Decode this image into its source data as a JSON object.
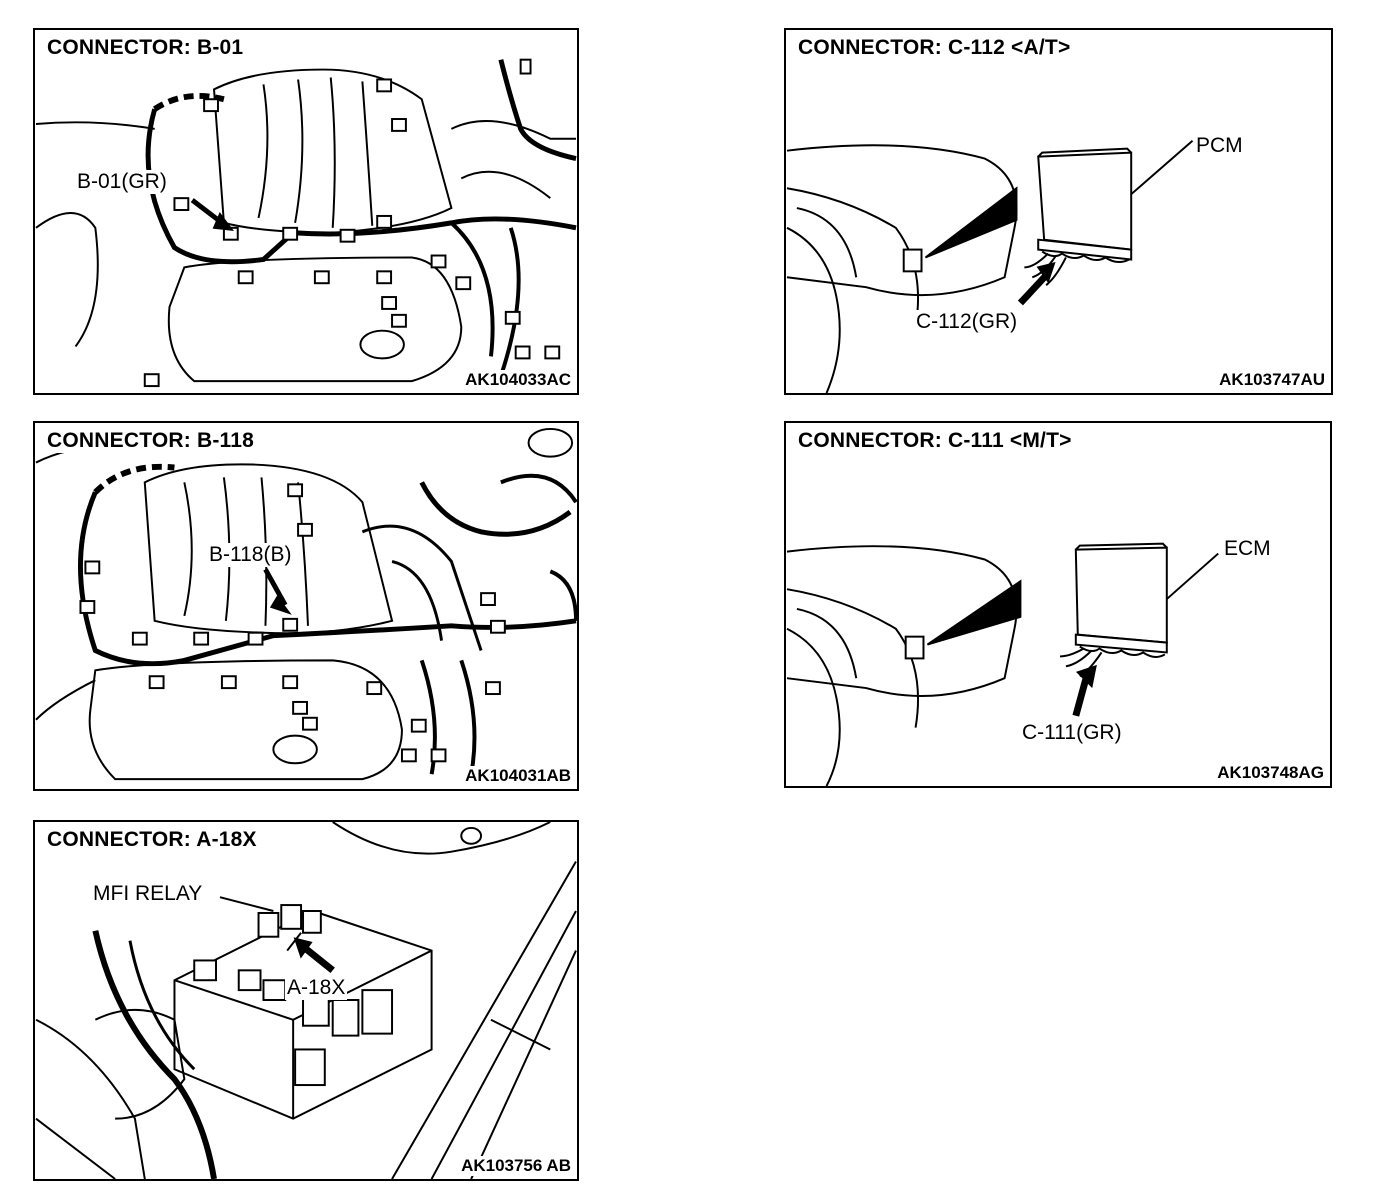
{
  "panels": [
    {
      "id": "b01",
      "title": "CONNECTOR: B-01",
      "callouts": [
        "B-01(GR)"
      ],
      "code": "AK104033AC"
    },
    {
      "id": "b118",
      "title": "CONNECTOR: B-118",
      "callouts": [
        "B-118(B)"
      ],
      "code": "AK104031AB"
    },
    {
      "id": "a18x",
      "title": "CONNECTOR: A-18X",
      "callouts": [
        "MFI RELAY",
        "A-18X"
      ],
      "code": "AK103756 AB"
    },
    {
      "id": "c112",
      "title": "CONNECTOR: C-112 <A/T>",
      "callouts": [
        "PCM",
        "C-112(GR)"
      ],
      "code": "AK103747AU"
    },
    {
      "id": "c111",
      "title": "CONNECTOR: C-111 <M/T>",
      "callouts": [
        "ECM",
        "C-111(GR)"
      ],
      "code": "AK103748AG"
    }
  ]
}
